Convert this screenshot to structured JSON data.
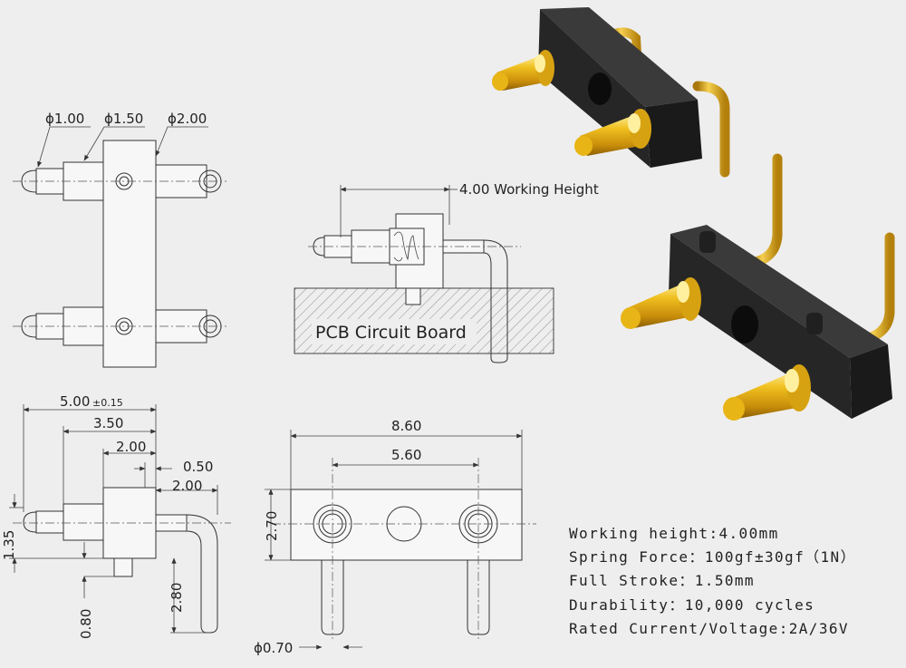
{
  "top_view": {
    "labels": {
      "d1": "ϕ1.00",
      "d2": "ϕ1.50",
      "d3": "ϕ2.00"
    }
  },
  "section_view": {
    "working_height_label": "4.00 Working Height",
    "pcb_label": "PCB Circuit Board"
  },
  "side_view": {
    "labels": {
      "overall": "5.00",
      "overall_tol": "±0.15",
      "d350": "3.50",
      "d200a": "2.00",
      "d050": "0.50",
      "d200b": "2.00",
      "d135": "1.35",
      "d080": "0.80",
      "d280": "2.80"
    }
  },
  "front_view": {
    "labels": {
      "width": "8.60",
      "pitch": "5.60",
      "height": "2.70",
      "pin": "ϕ0.70"
    }
  },
  "specs": [
    "Working height:4.00mm",
    "Spring Force：100gf±30gf（1N）",
    "Full Stroke：1.50mm",
    "Durability：10,000 cycles",
    "Rated Current/Voltage:2A/36V"
  ],
  "colors": {
    "gold": "#e8b516",
    "gold_dark": "#a9780a",
    "plastic": "#1e1e1e"
  }
}
